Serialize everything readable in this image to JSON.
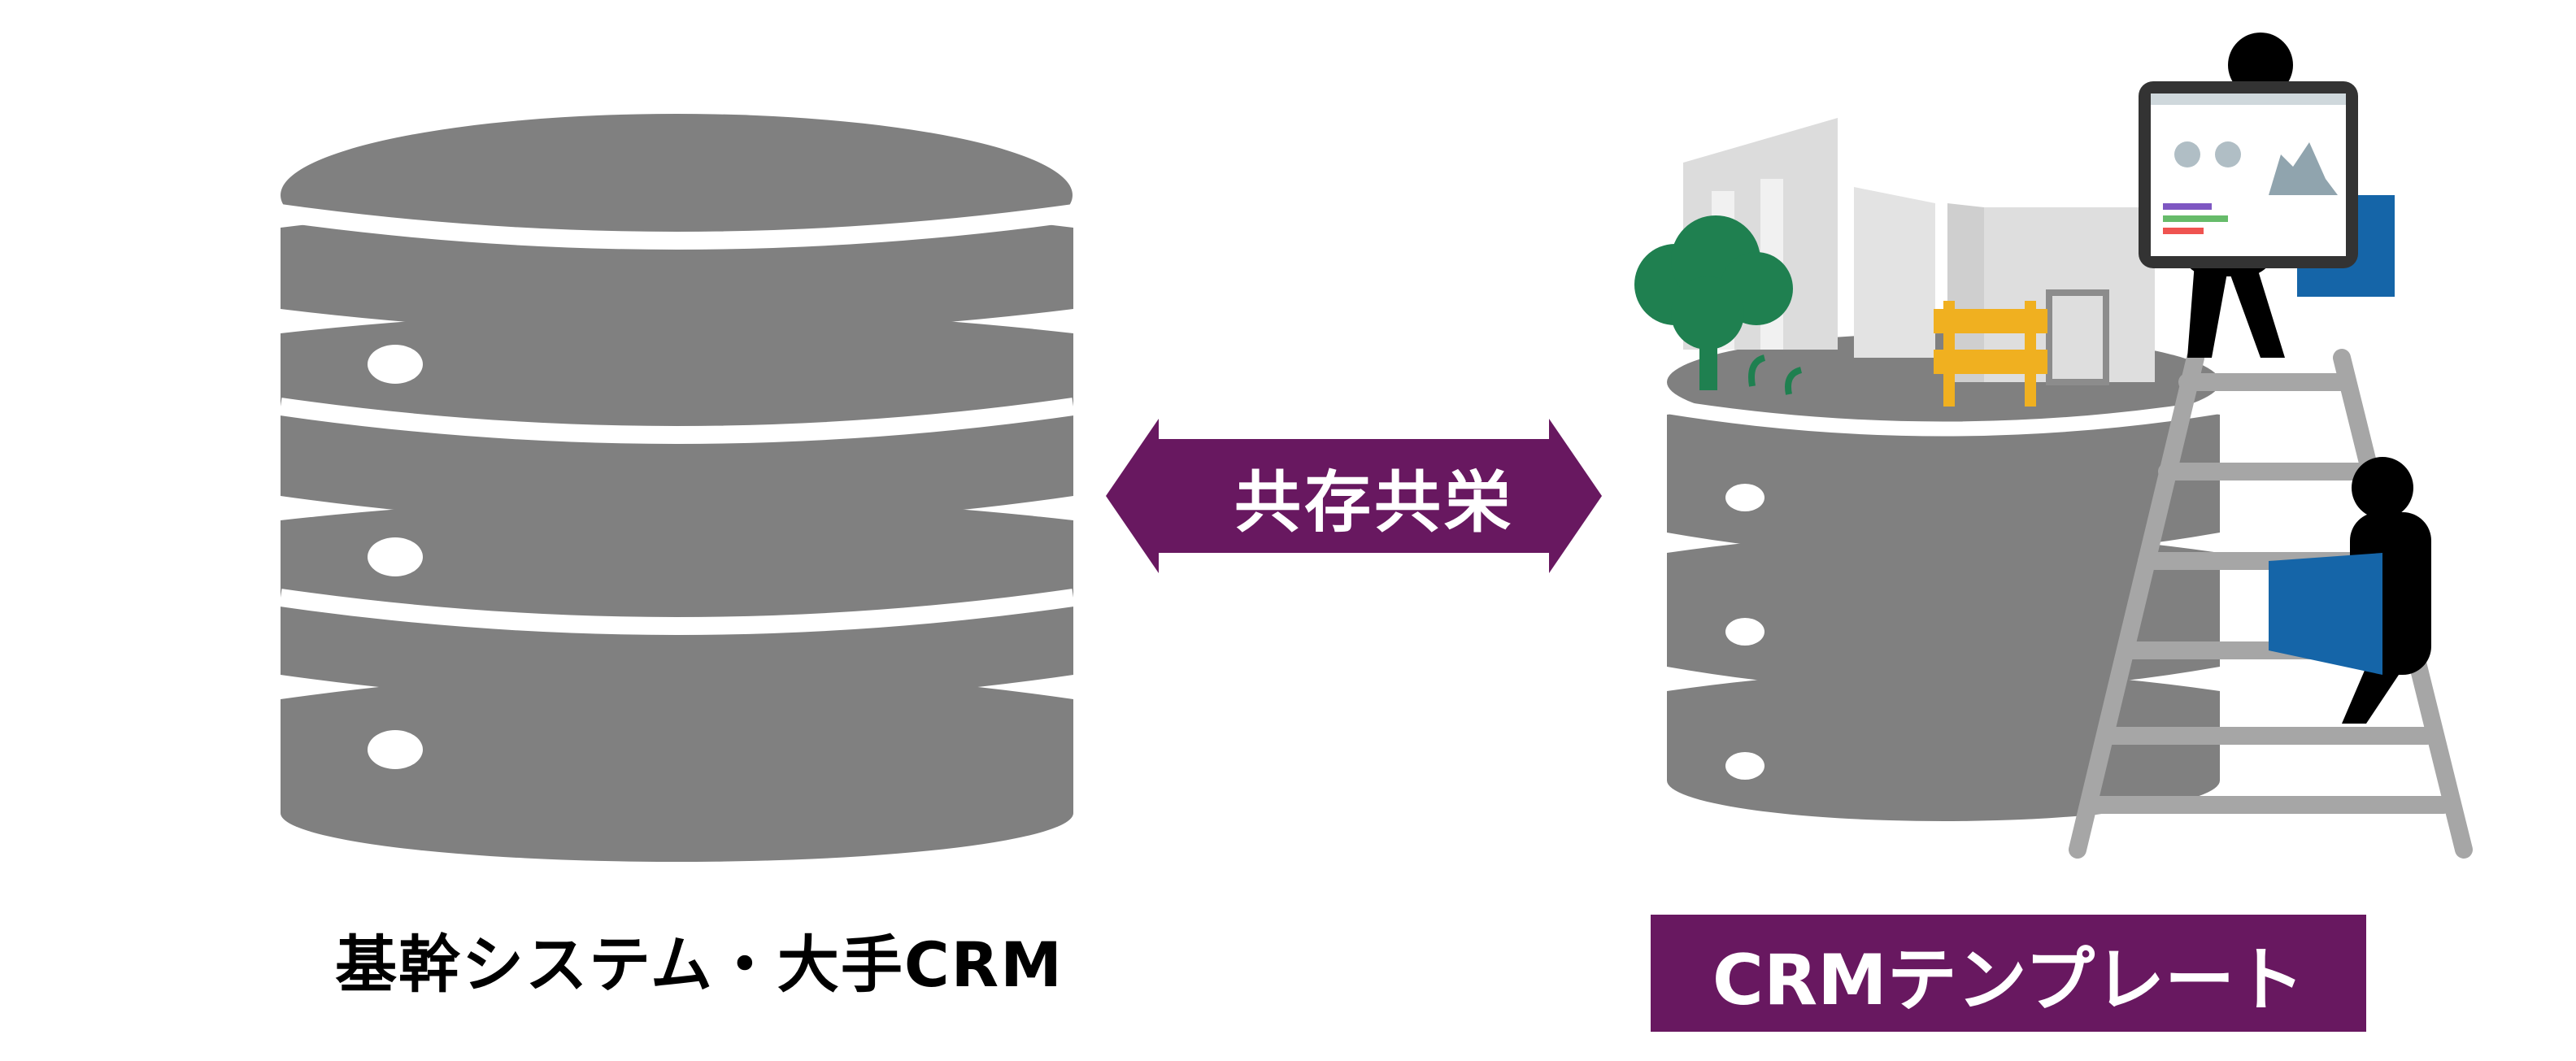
{
  "left_label": "基幹システム・大手CRM",
  "arrow_label": "共存共栄",
  "right_label": "CRMテンプレート",
  "colors": {
    "database": "#808080",
    "accent": "#681860",
    "tree": "#1f8050",
    "barrier": "#f0b020",
    "building": "#d9d9d9",
    "ladder": "#a6a6a6",
    "panel": "#1565a8"
  },
  "icons": [
    "database-icon",
    "double-arrow-icon",
    "building-icon",
    "tree-icon",
    "barrier-icon",
    "ladder-icon",
    "worker-icon",
    "tablet-dashboard-icon"
  ]
}
